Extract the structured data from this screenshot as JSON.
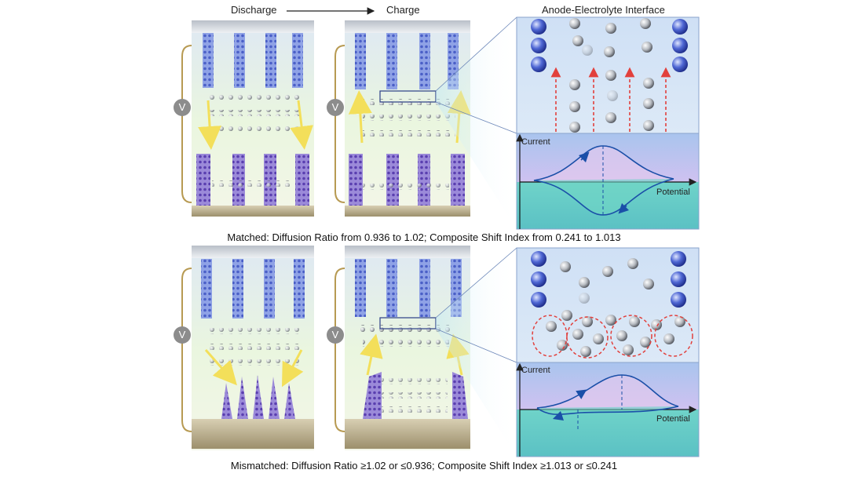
{
  "header": {
    "discharge": "Discharge",
    "charge": "Charge",
    "interface_title": "Anode-Electrolyte Interface"
  },
  "cells": {
    "voltage_symbol": "V"
  },
  "plots": {
    "top": {
      "current_label": "Current",
      "potential_label": "Potential"
    },
    "bottom": {
      "current_label": "Current",
      "potential_label": "Potential"
    }
  },
  "captions": {
    "matched": "Matched: Diffusion Ratio from 0.936 to 1.02; Composite Shift Index from 0.241 to 1.013",
    "mismatched": "Mismatched: Diffusion Ratio ≥1.02 or ≤0.936; Composite Shift Index ≥1.013 or ≤0.241"
  },
  "colors": {
    "cell_bg": "#eaf6df",
    "electrode_blue": "#5b6fd0",
    "electrode_purple": "#6a4fb8",
    "arrow_yellow": "#f3df5a",
    "ion_red": "#e2403c",
    "plot_blue": "#1a4fa8",
    "plot_top_bg": "#c9dcf6",
    "plot_bottom_bg": "#6fd0c9"
  }
}
